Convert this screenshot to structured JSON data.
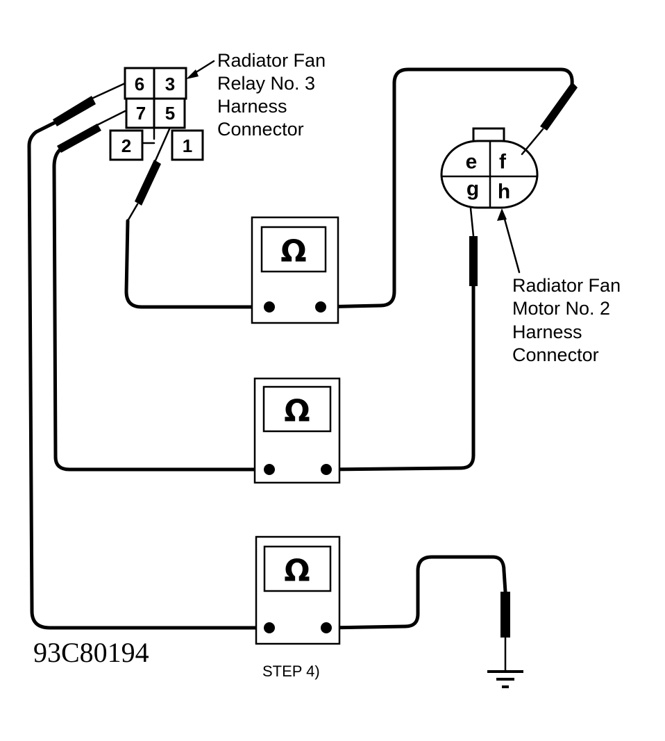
{
  "figure_id": "93C80194",
  "step_label": "STEP 4)",
  "relay_connector": {
    "callout": [
      "Radiator Fan",
      "Relay No. 3",
      "Harness",
      "Connector"
    ],
    "pins": [
      "6",
      "3",
      "7",
      "5",
      "2",
      "1"
    ]
  },
  "motor_connector": {
    "callout": [
      "Radiator Fan",
      "Motor No. 2",
      "Harness",
      "Connector"
    ],
    "pins": [
      "e",
      "f",
      "g",
      "h"
    ]
  },
  "meters": [
    {
      "symbol": "Ω",
      "from": "Relay pin 5",
      "to": "Motor pin f"
    },
    {
      "symbol": "Ω",
      "from": "Relay pin 7",
      "to": "Motor pin g"
    },
    {
      "symbol": "Ω",
      "from": "Relay pin 6",
      "to": "Ground"
    }
  ],
  "ground_symbol": "ground-icon"
}
